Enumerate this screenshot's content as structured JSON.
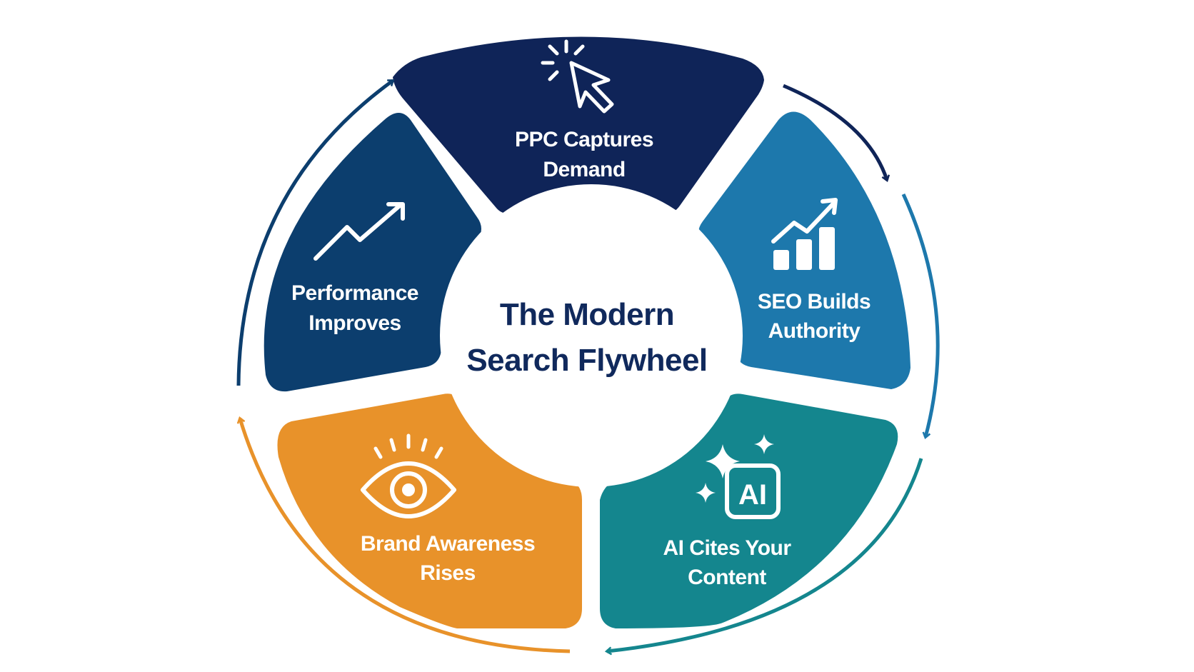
{
  "center": {
    "title_line1": "The Modern",
    "title_line2": "Search Flywheel"
  },
  "segments": [
    {
      "id": "ppc",
      "line1": "PPC Captures",
      "line2": "Demand",
      "icon": "cursor-click-icon",
      "color": "#0f2458"
    },
    {
      "id": "seo",
      "line1": "SEO Builds",
      "line2": "Authority",
      "icon": "bar-chart-growth-icon",
      "color": "#1d78ac"
    },
    {
      "id": "ai",
      "line1": "AI Cites Your",
      "line2": "Content",
      "icon": "ai-sparkle-icon",
      "icon_text": "AI",
      "color": "#14868e"
    },
    {
      "id": "brand",
      "line1": "Brand Awareness",
      "line2": "Rises",
      "icon": "eye-icon",
      "color": "#e8922a"
    },
    {
      "id": "performance",
      "line1": "Performance",
      "line2": "Improves",
      "icon": "trend-up-icon",
      "color": "#0c3e6e"
    }
  ],
  "arrows": {
    "colors": [
      "#0f2458",
      "#1d78ac",
      "#14868e",
      "#e8922a",
      "#0c3e6e"
    ],
    "direction": "clockwise"
  }
}
